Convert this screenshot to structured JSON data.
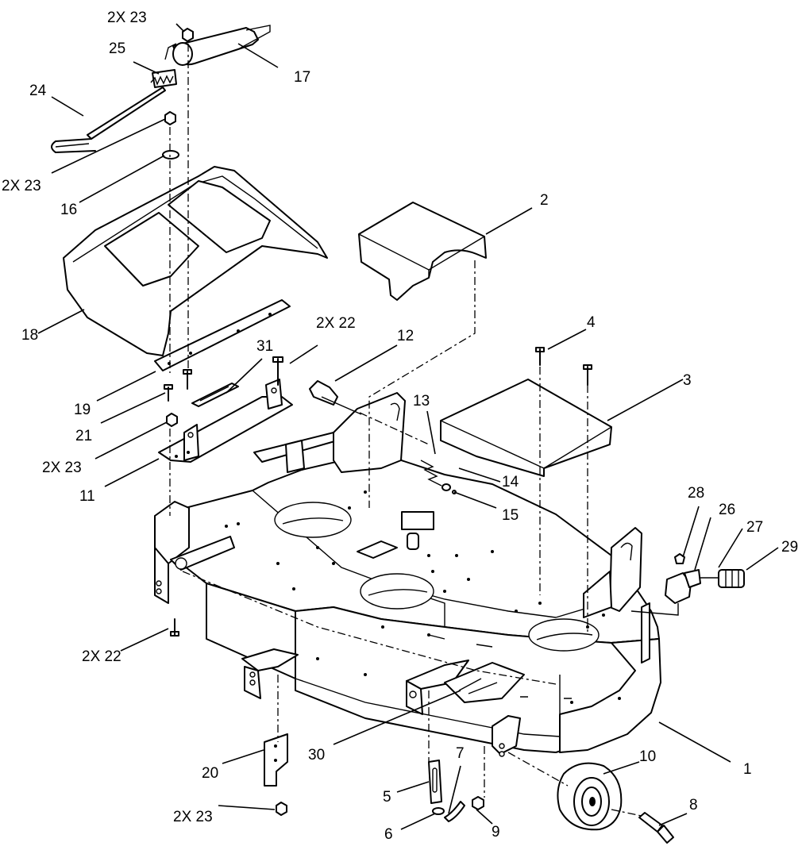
{
  "callouts": [
    {
      "id": "c1",
      "text": "1"
    },
    {
      "id": "c2",
      "text": "2"
    },
    {
      "id": "c3",
      "text": "3"
    },
    {
      "id": "c4",
      "text": "4"
    },
    {
      "id": "c5",
      "text": "5"
    },
    {
      "id": "c6",
      "text": "6"
    },
    {
      "id": "c7",
      "text": "7"
    },
    {
      "id": "c8",
      "text": "8"
    },
    {
      "id": "c9",
      "text": "9"
    },
    {
      "id": "c10",
      "text": "10"
    },
    {
      "id": "c11",
      "text": "11"
    },
    {
      "id": "c12",
      "text": "12"
    },
    {
      "id": "c13",
      "text": "13"
    },
    {
      "id": "c14",
      "text": "14"
    },
    {
      "id": "c15",
      "text": "15"
    },
    {
      "id": "c16",
      "text": "16"
    },
    {
      "id": "c17",
      "text": "17"
    },
    {
      "id": "c18",
      "text": "18"
    },
    {
      "id": "c19",
      "text": "19"
    },
    {
      "id": "c20",
      "text": "20"
    },
    {
      "id": "c21",
      "text": "21"
    },
    {
      "id": "c22a",
      "text": "2X 22"
    },
    {
      "id": "c22b",
      "text": "2X 22"
    },
    {
      "id": "c23a",
      "text": "2X 23"
    },
    {
      "id": "c23b",
      "text": "2X 23"
    },
    {
      "id": "c23c",
      "text": "2X 23"
    },
    {
      "id": "c23d",
      "text": "2X 23"
    },
    {
      "id": "c24",
      "text": "24"
    },
    {
      "id": "c25",
      "text": "25"
    },
    {
      "id": "c26",
      "text": "26"
    },
    {
      "id": "c27",
      "text": "27"
    },
    {
      "id": "c28",
      "text": "28"
    },
    {
      "id": "c29",
      "text": "29"
    },
    {
      "id": "c30",
      "text": "30"
    },
    {
      "id": "c31",
      "text": "31"
    }
  ]
}
